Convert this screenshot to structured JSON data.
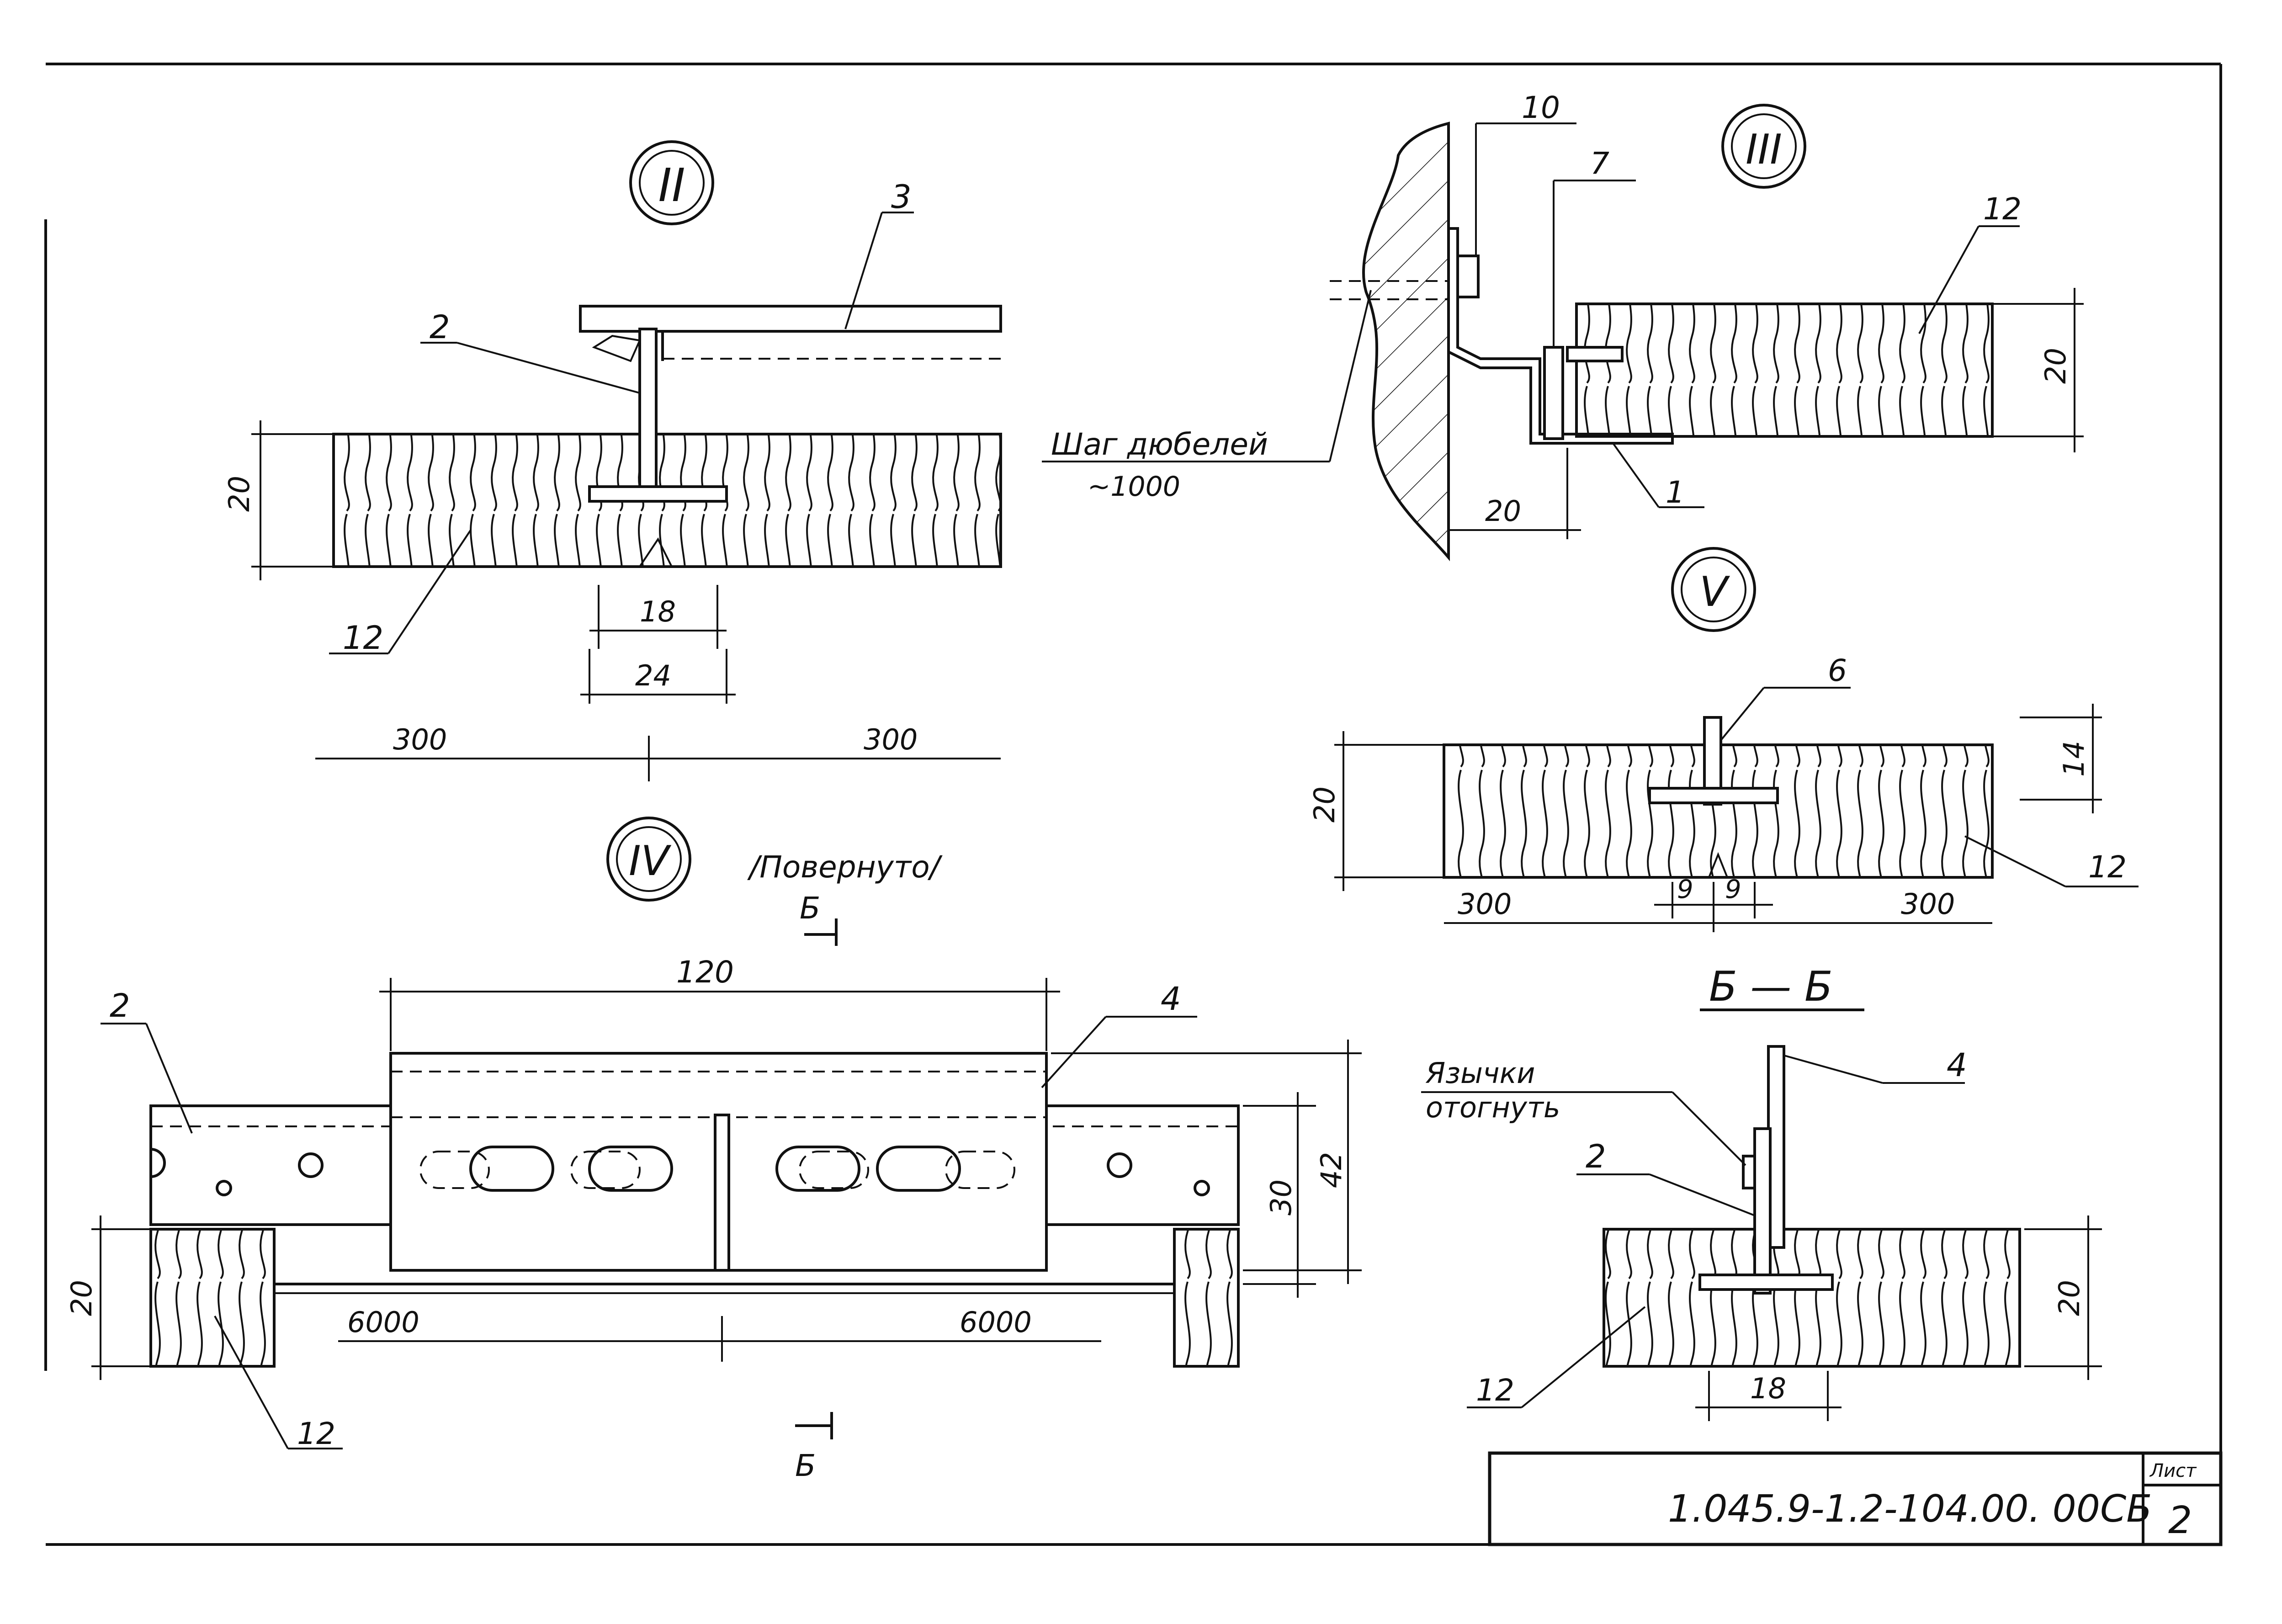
{
  "views": {
    "II": {
      "marker": "II",
      "labels": {
        "p3": "3",
        "p2": "2",
        "p12": "12"
      },
      "dims": {
        "h20": "20",
        "d18": "18",
        "d24": "24",
        "s300l": "300",
        "s300r": "300"
      }
    },
    "III": {
      "marker": "III",
      "labels": {
        "p10": "10",
        "p7": "7",
        "p12": "12",
        "p1": "1"
      },
      "dims": {
        "h20": "20",
        "w20": "20"
      },
      "note": {
        "line1": "Шаг дюбелей",
        "line2": "~1000"
      }
    },
    "V": {
      "marker": "V",
      "labels": {
        "p6": "6",
        "p12": "12"
      },
      "dims": {
        "h20": "20",
        "h14": "14",
        "d9a": "9",
        "d9b": "9",
        "s300l": "300",
        "s300r": "300"
      }
    },
    "IV": {
      "marker": "IV",
      "note": "/Повернуто/",
      "labels": {
        "p2": "2",
        "p4": "4",
        "p12": "12"
      },
      "dims": {
        "d120": "120",
        "h30": "30",
        "h42": "42",
        "h20": "20",
        "s6000l": "6000",
        "s6000r": "6000"
      },
      "cut_top": "Б",
      "cut_bottom": "Б"
    },
    "BB": {
      "title": "Б — Б",
      "note": {
        "line1": "Язычки",
        "line2": "отогнуть"
      },
      "labels": {
        "p4": "4",
        "p2": "2",
        "p12": "12"
      },
      "dims": {
        "h20": "20",
        "d18": "18"
      }
    }
  },
  "title_block": {
    "code": "1.045.9-1.2-104.00. 00СБ",
    "sheet_label": "Лист",
    "sheet_number": "2"
  }
}
